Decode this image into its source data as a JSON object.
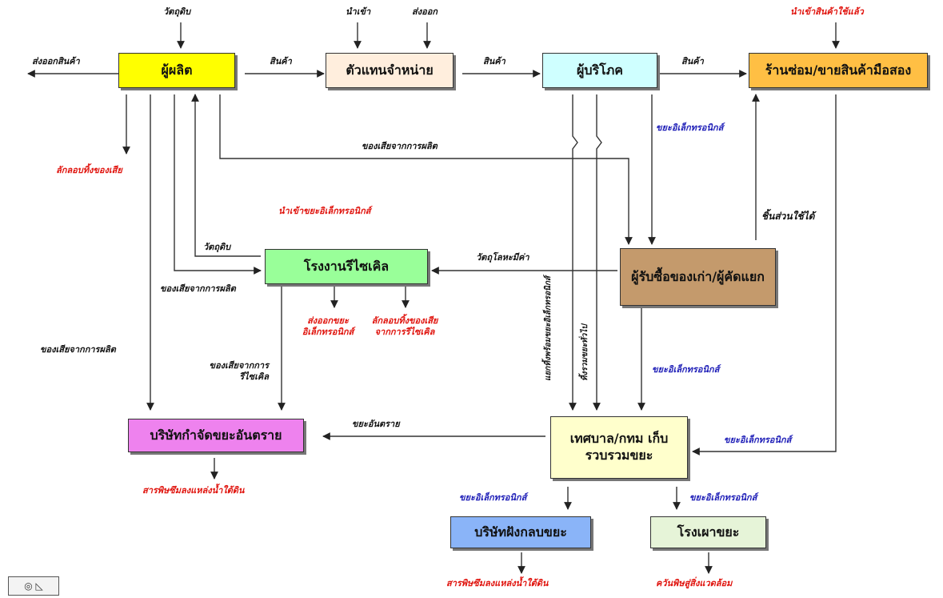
{
  "colors": {
    "producer": "#ffff00",
    "dealer": "#ffeedd",
    "consumer": "#cfffff",
    "repair_shop": "#ffbf44",
    "recycling_plant": "#99ff99",
    "collector": "#c49a6c",
    "hazardous_company": "#ee82ee",
    "municipality": "#ffffcc",
    "landfill": "#8ab4f8",
    "incinerator": "#e6f4d8",
    "red_label": "#e0140e",
    "blue_label": "#2020b8"
  },
  "boxes": {
    "producer": "ผู้ผลิต",
    "dealer": "ตัวแทนจำหน่าย",
    "consumer": "ผู้บริโภค",
    "repair_shop": "ร้านซ่อม/ขายสินค้ามือสอง",
    "recycling_plant": "โรงงานรีไซเคิล",
    "collector": "ผู้รับซื้อของเก่า/ผู้คัดแยก",
    "hazardous_company": "บริษัทกำจัดขยะอันตราย",
    "municipality": "เทศบาล/กทม เก็บรวบรวมขยะ",
    "landfill": "บริษัทฝังกลบขยะ",
    "incinerator": "โรงเผาขยะ"
  },
  "labels": {
    "raw_material_top": "วัตถุดิบ",
    "import_top": "นำเข้า",
    "export_top": "ส่งออก",
    "import_used_goods": "นำเข้าสินค้าใช้แล้ว",
    "export_goods": "ส่งออกสินค้า",
    "goods_1": "สินค้า",
    "goods_2": "สินค้า",
    "goods_3": "สินค้า",
    "producer_waste_dumping": "ลักลอบทิ้งของเสีย",
    "production_waste_1": "ของเสียจากการผลิต",
    "ewaste_consumer": "ขยะอิเล็กทรอนิกส์",
    "spare_parts": "ชิ้นส่วนใช้ได้",
    "import_ewaste": "นำเข้าขยะอิเล็กทรอนิกส์",
    "raw_material_back": "วัตถุดิบ",
    "valuable_metal": "วัตถุโลหะมีค่า",
    "production_waste_2": "ของเสียจากการผลิต",
    "export_ewaste": "ส่งออกขยะ อิเล็กทรอนิกส์",
    "recycling_dumping": "ลักลอบทิ้งของเสีย จากการรีไซเคิล",
    "production_waste_3": "ของเสียจากการผลิต",
    "recycling_waste": "ของเสียจากการ รีไซเคิล",
    "dump_with_ewaste": "แยกทิ้งพร้อมขยะอิเล็กทรอนิกส์",
    "general_waste": "ทิ้งรวมขยะทั่วไป",
    "ewaste_collector": "ขยะอิเล็กทรอนิกส์",
    "hazardous_waste": "ขยะอันตราย",
    "ewaste_repair": "ขยะอิเล็กทรอนิกส์",
    "ewaste_to_landfill": "ขยะอิเล็กทรอนิกส์",
    "ewaste_to_incinerator": "ขยะอิเล็กทรอนิกส์",
    "toxic_leak_1": "สารพิษซึมลงแหล่งน้ำใต้ดิน",
    "toxic_leak_2": "สารพิษซึมลงแหล่งน้ำใต้ดิน",
    "toxic_env": "ควันพิษสู่สิ่งแวดล้อม"
  }
}
